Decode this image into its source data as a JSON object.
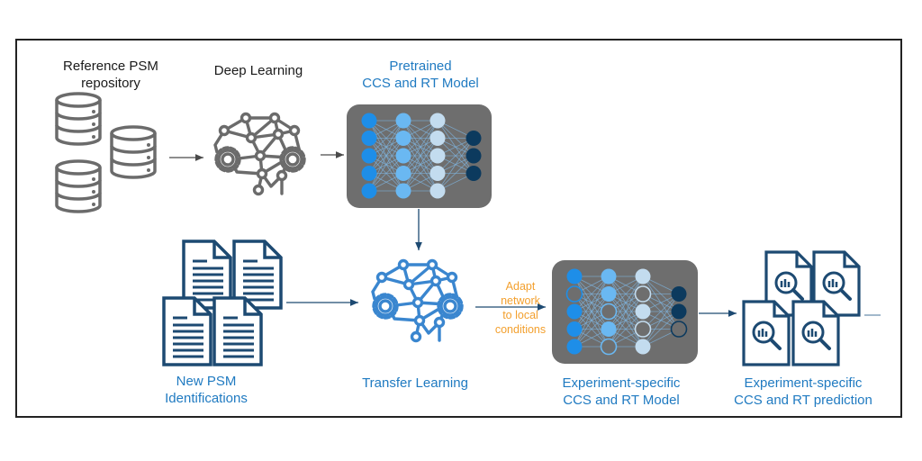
{
  "colors": {
    "text_dark": "#1a1a1a",
    "text_blue": "#1f7ac1",
    "text_orange": "#f3a02e",
    "icon_gray": "#6b6b6b",
    "icon_blue": "#3a86cf",
    "icon_navy": "#1d4a72",
    "panel_gray": "#6e6e6e",
    "node_blue": "#1e8ee8",
    "node_light_blue": "#6ab8f2",
    "node_pale_blue": "#c3dcef",
    "node_navy": "#0c3a5e",
    "arrow": "#4a4a4a"
  },
  "top_row": {
    "repository": {
      "label_line1": "Reference PSM",
      "label_line2": "repository",
      "icon": "database-stack-icon"
    },
    "deep_learning": {
      "label": "Deep Learning",
      "icon": "brain-network-gear-icon"
    },
    "pretrained_model": {
      "label_line1": "Pretrained",
      "label_line2": "CCS and RT Model",
      "icon": "neural-network-icon"
    }
  },
  "bottom_row": {
    "new_psm": {
      "label_line1": "New PSM",
      "label_line2": "Identifications",
      "icon": "documents-stack-icon"
    },
    "transfer_learning": {
      "label": "Transfer Learning",
      "icon": "brain-network-gear-icon"
    },
    "adapt_note": {
      "line1": "Adapt",
      "line2": "network",
      "line3": "to local",
      "line4": "conditions"
    },
    "experiment_model": {
      "label_line1": "Experiment-specific",
      "label_line2": "CCS and RT Model",
      "icon": "neural-network-icon"
    },
    "experiment_prediction": {
      "label_line1": "Experiment-specific",
      "label_line2": "CCS and RT prediction",
      "icon": "analysis-documents-icon"
    }
  },
  "networks": {
    "pretrained": {
      "layers": [
        5,
        5,
        5,
        3
      ],
      "active_pattern": [
        [
          1,
          1,
          1,
          1,
          1
        ],
        [
          1,
          1,
          1,
          1,
          1
        ],
        [
          1,
          1,
          1,
          1,
          1
        ],
        [
          1,
          1,
          1
        ]
      ]
    },
    "experiment": {
      "layers": [
        5,
        5,
        5,
        3
      ],
      "active_pattern": [
        [
          1,
          0,
          1,
          1,
          1
        ],
        [
          1,
          1,
          0,
          1,
          0
        ],
        [
          1,
          0,
          1,
          0,
          1
        ],
        [
          1,
          1,
          0
        ]
      ]
    }
  }
}
